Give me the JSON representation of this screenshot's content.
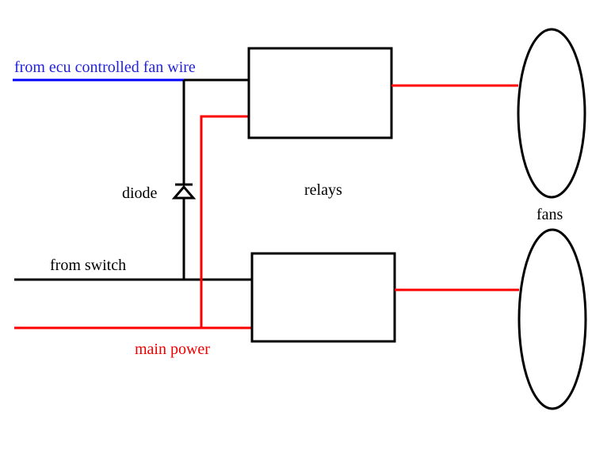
{
  "labels": {
    "ecu_wire": "from ecu controlled fan wire",
    "diode": "diode",
    "relays": "relays",
    "fans": "fans",
    "from_switch": "from switch",
    "main_power": "main power"
  },
  "colors": {
    "black": "#000000",
    "red": "#ff0000",
    "blue": "#0000ff",
    "ecu_label": "#2222dd",
    "power_label": "#ee0000"
  }
}
